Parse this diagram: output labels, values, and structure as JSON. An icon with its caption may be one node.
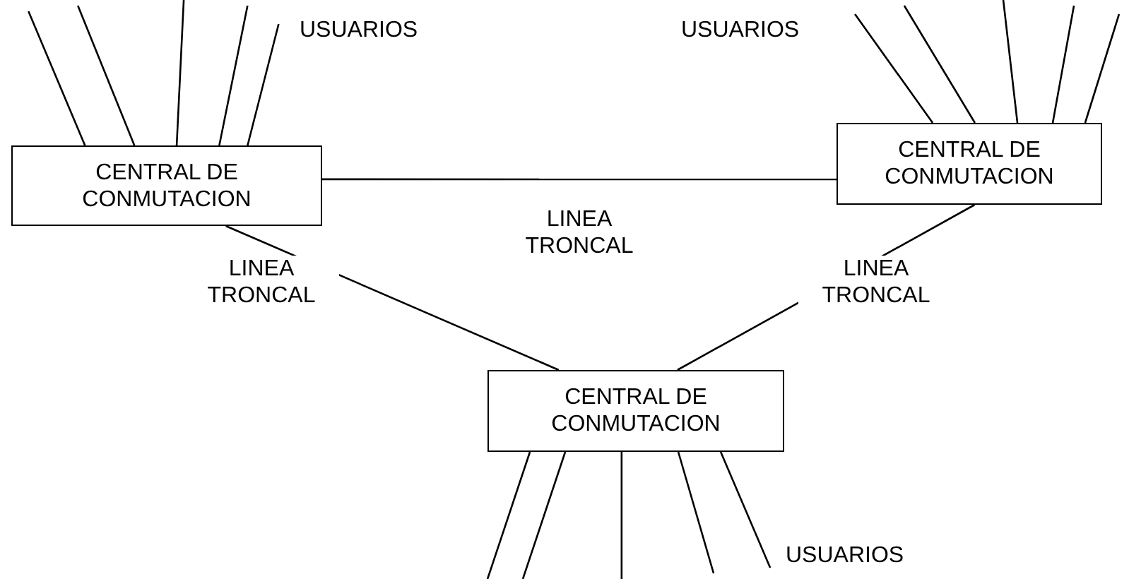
{
  "diagram": {
    "nodes": [
      {
        "text": [
          "CENTRAL DE CONMUTACION"
        ]
      },
      {
        "text": [
          "CENTRAL DE CONMUTACION"
        ]
      },
      {
        "text": [
          "CENTRAL DE CONMUTACION"
        ]
      }
    ],
    "edges": [
      {
        "from": 0,
        "to": 1,
        "arrow": "none",
        "label": "LINEA TRONCAL"
      },
      {
        "from": 0,
        "to": 2,
        "arrow": "none",
        "label": "LINEA TRONCAL"
      },
      {
        "from": 1,
        "to": 2,
        "arrow": "none",
        "label": "LINEA TRONCAL"
      },
      {
        "from": 0,
        "to": null,
        "arrow": "none"
      },
      {
        "from": 0,
        "to": null,
        "arrow": "none"
      },
      {
        "from": 0,
        "to": null,
        "arrow": "none"
      },
      {
        "from": 0,
        "to": null,
        "arrow": "none"
      },
      {
        "from": 0,
        "to": null,
        "arrow": "none"
      },
      {
        "from": 1,
        "to": null,
        "arrow": "none"
      },
      {
        "from": 1,
        "to": null,
        "arrow": "none"
      },
      {
        "from": 1,
        "to": null,
        "arrow": "none"
      },
      {
        "from": 1,
        "to": null,
        "arrow": "none"
      },
      {
        "from": 1,
        "to": null,
        "arrow": "none"
      },
      {
        "from": 2,
        "to": null,
        "arrow": "none"
      },
      {
        "from": 2,
        "to": null,
        "arrow": "none"
      },
      {
        "from": 2,
        "to": null,
        "arrow": "none"
      },
      {
        "from": 2,
        "to": null,
        "arrow": "none"
      },
      {
        "from": 2,
        "to": null,
        "arrow": "none"
      }
    ],
    "labels": [
      "USUARIOS",
      "USUARIOS",
      "USUARIOS"
    ]
  }
}
